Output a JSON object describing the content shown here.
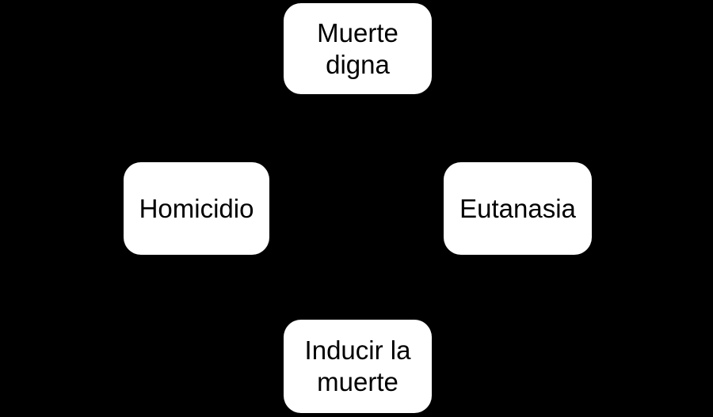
{
  "diagram": {
    "type": "concept-map",
    "background_color": "#000000",
    "node_fill_color": "#ffffff",
    "node_text_color": "#000000",
    "connections": [],
    "nodes": [
      {
        "id": "top",
        "label": "Muerte digna"
      },
      {
        "id": "left",
        "label": "Homicidio"
      },
      {
        "id": "right",
        "label": "Eutanasia"
      },
      {
        "id": "bottom",
        "label": "Inducir la muerte"
      }
    ]
  }
}
